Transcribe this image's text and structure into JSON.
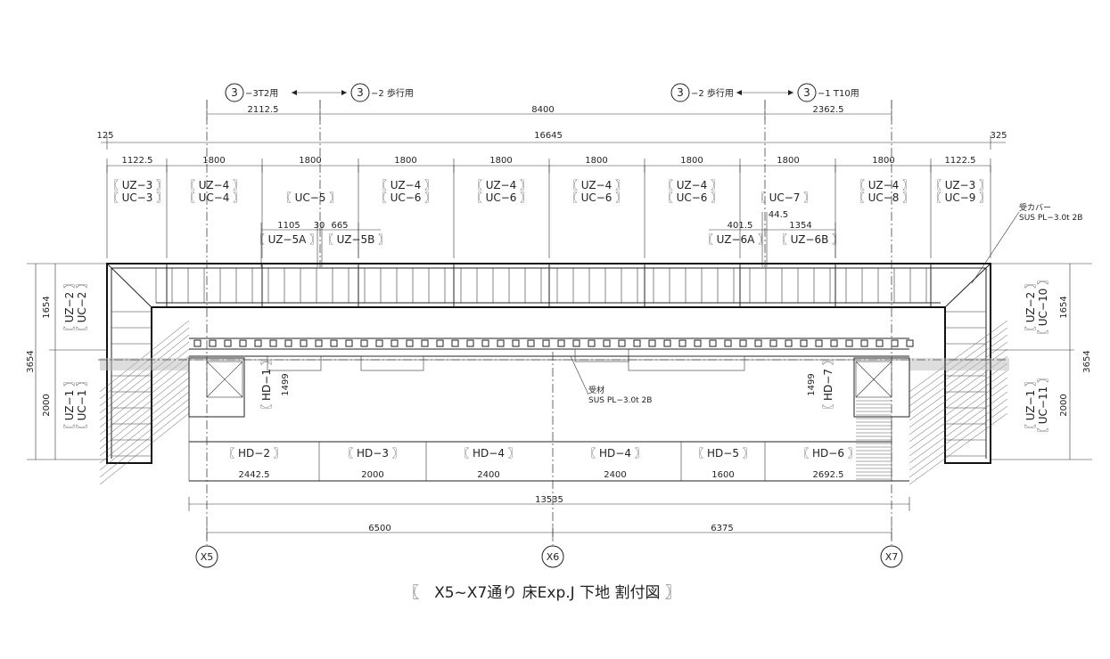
{
  "title": "〖　X5~X7通り 床Exp.J  下地 割付図 〗",
  "grid_axes": [
    "X5",
    "X6",
    "X7"
  ],
  "section_marks": [
    {
      "num": "3",
      "text": "−3T2用"
    },
    {
      "num": "3",
      "text": "−2 歩行用"
    },
    {
      "num": "3",
      "text": "−2 歩行用"
    },
    {
      "num": "3",
      "text": "−1 T10用"
    }
  ],
  "top_dims_row1": [
    "2112.5",
    "8400",
    "2362.5"
  ],
  "top_dims_row2": {
    "left": "125",
    "total": "16645",
    "right": "325"
  },
  "top_dims_row3": [
    "1122.5",
    "1800",
    "1800",
    "1800",
    "1800",
    "1800",
    "1800",
    "1800",
    "1800",
    "1122.5"
  ],
  "sub_dims": [
    "1105",
    "30",
    "665",
    "401.5",
    "44.5",
    "1354"
  ],
  "top_panels": [
    {
      "l1": "〖 UZ−3 〗",
      "l2": "〖 UC−3 〗"
    },
    {
      "l1": "〖 UZ−4 〗",
      "l2": "〖 UC−4 〗"
    },
    {
      "l1": "",
      "l2": "〖 UC−5 〗"
    },
    {
      "l1": "〖 UZ−4 〗",
      "l2": "〖 UC−6 〗"
    },
    {
      "l1": "〖 UZ−4 〗",
      "l2": "〖 UC−6 〗"
    },
    {
      "l1": "〖 UZ−4 〗",
      "l2": "〖 UC−6 〗"
    },
    {
      "l1": "〖 UZ−4 〗",
      "l2": "〖 UC−6 〗"
    },
    {
      "l1": "",
      "l2": "〖 UC−7 〗"
    },
    {
      "l1": "〖 UZ−4 〗",
      "l2": "〖 UC−8 〗"
    },
    {
      "l1": "〖 UZ−3 〗",
      "l2": "〖 UC−9 〗"
    }
  ],
  "split_panels": [
    "〖 UZ−5A 〗",
    "〖 UZ−5B 〗",
    "〖 UZ−6A 〗",
    "〖 UZ−6B 〗"
  ],
  "left_side": {
    "upper": {
      "l1": "〖 UZ−2 〗",
      "l2": "〖 UC−2 〗",
      "dim": "1654"
    },
    "lower": {
      "l1": "〖 UZ−1 〗",
      "l2": "〖 UC−1 〗",
      "dim": "2000"
    },
    "total": "3654"
  },
  "right_side": {
    "upper": {
      "l1": "〖 UZ−2 〗",
      "l2": "〖 UC−10 〗",
      "dim": "1654"
    },
    "lower": {
      "l1": "〖 UZ−1 〗",
      "l2": "〖 UC−11 〗",
      "dim": "2000"
    },
    "total": "3654"
  },
  "hd_side": [
    {
      "label": "〖 HD−1 〗",
      "dim": "1499"
    },
    {
      "label": "〖 HD−7 〗",
      "dim": "1499"
    }
  ],
  "bottom_panels": [
    "〖 HD−2 〗",
    "〖 HD−3 〗",
    "〖 HD−4 〗",
    "〖 HD−4 〗",
    "〖 HD−5 〗",
    "〖 HD−6 〗"
  ],
  "bottom_dims": [
    "2442.5",
    "2000",
    "2400",
    "2400",
    "1600",
    "2692.5"
  ],
  "bottom_total": "13535",
  "axis_dims": [
    "6500",
    "6375"
  ],
  "note_cover": {
    "title": "受カバー",
    "spec": "SUS PL−3.0t 2B"
  },
  "note_base": {
    "title": "受材",
    "spec": "SUS PL−3.0t 2B"
  }
}
